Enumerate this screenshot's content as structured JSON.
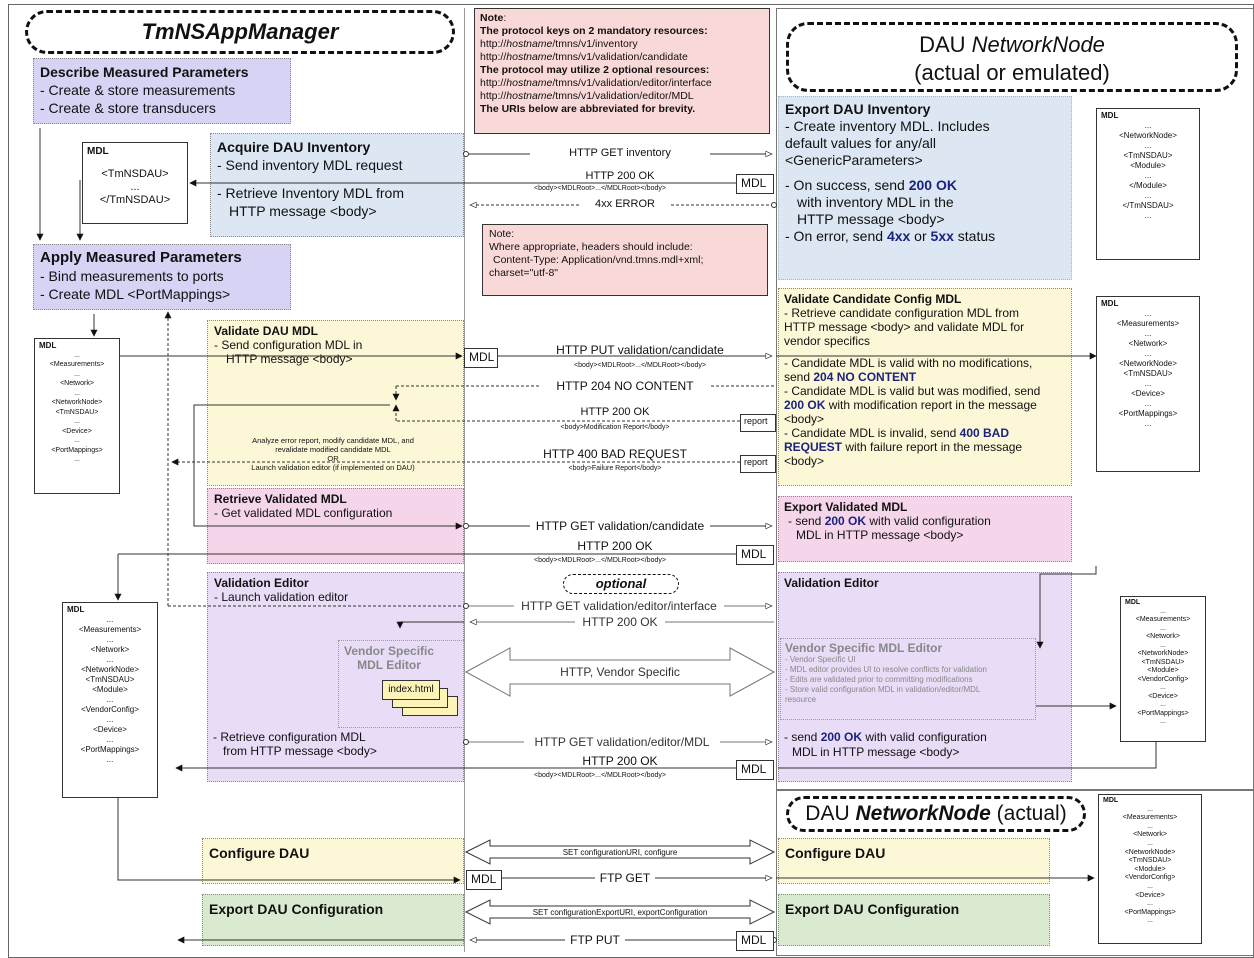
{
  "left_lane": {
    "title": "TmNSAppManager"
  },
  "right_lane": {
    "title_line1_a": "DAU ",
    "title_line1_b": "NetworkNode",
    "title_line2": "(actual or emulated)"
  },
  "right_lane2": {
    "title_a": "DAU ",
    "title_b": "NetworkNode",
    "title_c": " (actual)"
  },
  "note1": {
    "title": "Note",
    "colon": ":",
    "line1": "The protocol keys on 2 mandatory resources:",
    "url_prefix": "http://",
    "url_host": "hostname",
    "url1_tail": "/tmns/v1/inventory",
    "url2_tail": "/tmns/v1/validation/candidate",
    "line4": "The protocol may utilize 2 optional resources:",
    "url3_tail": "/tmns/v1/validation/editor/interface",
    "url4_tail": "/tmns/v1/validation/editor/MDL",
    "line7": "The URIs below are abbreviated for brevity."
  },
  "note2": {
    "title": "Note",
    "colon": ":",
    "line1": "Where appropriate, headers should include:",
    "line2": "Content-Type: Application/vnd.tmns.mdl+xml;",
    "line3": "charset=\"utf-8\""
  },
  "describe": {
    "title": "Describe Measured Parameters",
    "l1": "- Create & store measurements",
    "l2": "- Create & store transducers"
  },
  "acquire": {
    "title": "Acquire DAU Inventory",
    "l1": "- Send inventory MDL request",
    "l2": "- Retrieve Inventory MDL from",
    "l3": "HTTP message <body>"
  },
  "apply": {
    "title": "Apply Measured Parameters",
    "l1": "- Bind measurements to ports",
    "l2": "- Create MDL <PortMappings>"
  },
  "export_inv": {
    "title": "Export DAU Inventory",
    "l1": "- Create inventory MDL.  Includes",
    "l2": "default values for any/all",
    "l3": "<GenericParameters>",
    "l4a": "- On success, send ",
    "l4b": "200 OK",
    "l5": "with inventory MDL in the",
    "l6": "HTTP message <body>",
    "l7a": "- On error, send ",
    "l7b": "4xx",
    "l7c": " or ",
    "l7d": "5xx",
    "l7e": " status"
  },
  "validate_dau": {
    "title": "Validate DAU MDL",
    "l1": "- Send configuration MDL in",
    "l2": "HTTP message <body>",
    "l3": "Analyze error report, modify candidate MDL, and",
    "l4": "revalidate modified candidate MDL",
    "l5": "OR",
    "l6": "Launch validation editor (if implemented on DAU)"
  },
  "validate_cand": {
    "title": "Validate Candidate Config MDL",
    "l1": "- Retrieve candidate configuration MDL from",
    "l2": "HTTP message <body> and validate MDL for",
    "l3": "vendor specifics",
    "l4": "- Candidate MDL is valid with no modifications,",
    "l5a": "send ",
    "l5b": "204 NO CONTENT",
    "l6": "- Candidate MDL is valid but was modified, send",
    "l7a": "200 OK",
    "l7b": " with modification report in the message",
    "l8": "<body>",
    "l9a": "- Candidate MDL is invalid, send ",
    "l9b": "400 BAD",
    "l10a": "REQUEST",
    "l10b": " with failure report in the message",
    "l11": "<body>"
  },
  "retrieve_val": {
    "title": "Retrieve Validated MDL",
    "l1": "- Get validated MDL configuration"
  },
  "export_val": {
    "title": "Export Validated MDL",
    "l1a": "- send ",
    "l1b": "200 OK",
    "l1c": " with valid configuration",
    "l2": "MDL in HTTP message <body>"
  },
  "val_editor_left": {
    "title": "Validation Editor",
    "l1": "- Launch validation editor",
    "vs1": "Vendor Specific",
    "vs2": "MDL Editor",
    "index": "index.html",
    "l2": "- Retrieve configuration MDL",
    "l3": "from HTTP message <body>"
  },
  "val_editor_right": {
    "title": "Validation Editor",
    "vs_title": "Vendor Specific MDL Editor",
    "b1": "- Vendor Specific UI",
    "b2": "- MDL editor provides UI to resolve conflicts for validation",
    "b3": "- Edits are validated prior to committing modifications",
    "b4": "- Store valid configuration MDL in validation/editor/MDL",
    "b5": "resource",
    "l1a": "- send ",
    "l1b": "200 OK",
    "l1c": " with valid configuration",
    "l2": "MDL in HTTP message <body>"
  },
  "optional_label": "optional",
  "configure_left": "Configure DAU",
  "configure_right": "Configure DAU",
  "export_cfg_left": "Export DAU Configuration",
  "export_cfg_right": "Export DAU Configuration",
  "messages": {
    "m1": "HTTP GET inventory",
    "m2": "HTTP 200 OK",
    "m2b": "<body><MDLRoot>...</MDLRoot></body>",
    "m3": "4xx ERROR",
    "m4": "HTTP PUT validation/candidate",
    "m4b": "<body><MDLRoot>...</MDLRoot></body>",
    "m5": "HTTP 204 NO CONTENT",
    "m6": "HTTP 200 OK",
    "m6b": "<body>Modification Report</body>",
    "m7": "HTTP 400 BAD REQUEST",
    "m7b": "<body>Failure Report</body>",
    "m8": "HTTP GET validation/candidate",
    "m9": "HTTP 200 OK",
    "m9b": "<body><MDLRoot>...</MDLRoot></body>",
    "m10": "HTTP GET validation/editor/interface",
    "m11": "HTTP 200 OK",
    "m12": "HTTP, Vendor Specific",
    "m13": "HTTP GET validation/editor/MDL",
    "m14": "HTTP 200 OK",
    "m14b": "<body><MDLRoot>...</MDLRoot></body>",
    "m15": "SET configurationURI, configure",
    "m16": "FTP GET",
    "m17": "SET configurationExportURI, exportConfiguration",
    "m18": "FTP PUT"
  },
  "chips": {
    "mdl": "MDL",
    "report": "report"
  },
  "docs": {
    "mdl": "MDL",
    "dots": "...",
    "tmnsdau": "<TmNSDAU>",
    "tmnsdau_end": "</TmNSDAU>",
    "networknode": "<NetworkNode>",
    "module": "<Module>",
    "module_end": "</Module>",
    "measurements": "<Measurements>",
    "network": "<Network>",
    "device": "<Device>",
    "portmappings": "<PortMappings>",
    "vendorconfig": "<VendorConfig>"
  }
}
